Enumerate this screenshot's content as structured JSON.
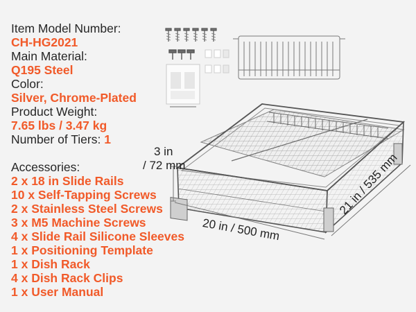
{
  "specs": {
    "model_label": "Item Model Number:",
    "model_value": "CH-HG2021",
    "material_label": "Main Material:",
    "material_value": "Q195 Steel",
    "color_label": "Color:",
    "color_value": "Silver, Chrome-Plated",
    "weight_label": "Product Weight:",
    "weight_value": "7.65 lbs / 3.47 kg",
    "tiers_label": "Number of Tiers: ",
    "tiers_value": "1",
    "accessories_label": "Accessories:",
    "accessories": [
      "2 x 18 in Slide Rails",
      "10 x Self-Tapping Screws",
      "2 x Stainless Steel Screws",
      "3 x M5 Machine Screws",
      "4 x Slide Rail Silicone Sleeves",
      "1 x Positioning Template",
      "1 x Dish Rack",
      "4 x Dish Rack Clips",
      "1 x User Manual"
    ]
  },
  "dimensions": {
    "height_line1": "3 in",
    "height_line2": "/ 72 mm",
    "width": "20 in / 500 mm",
    "depth": "21 in / 535 mm"
  },
  "colors": {
    "accent": "#f15a29",
    "text": "#262626",
    "background": "#f3f3f3"
  }
}
